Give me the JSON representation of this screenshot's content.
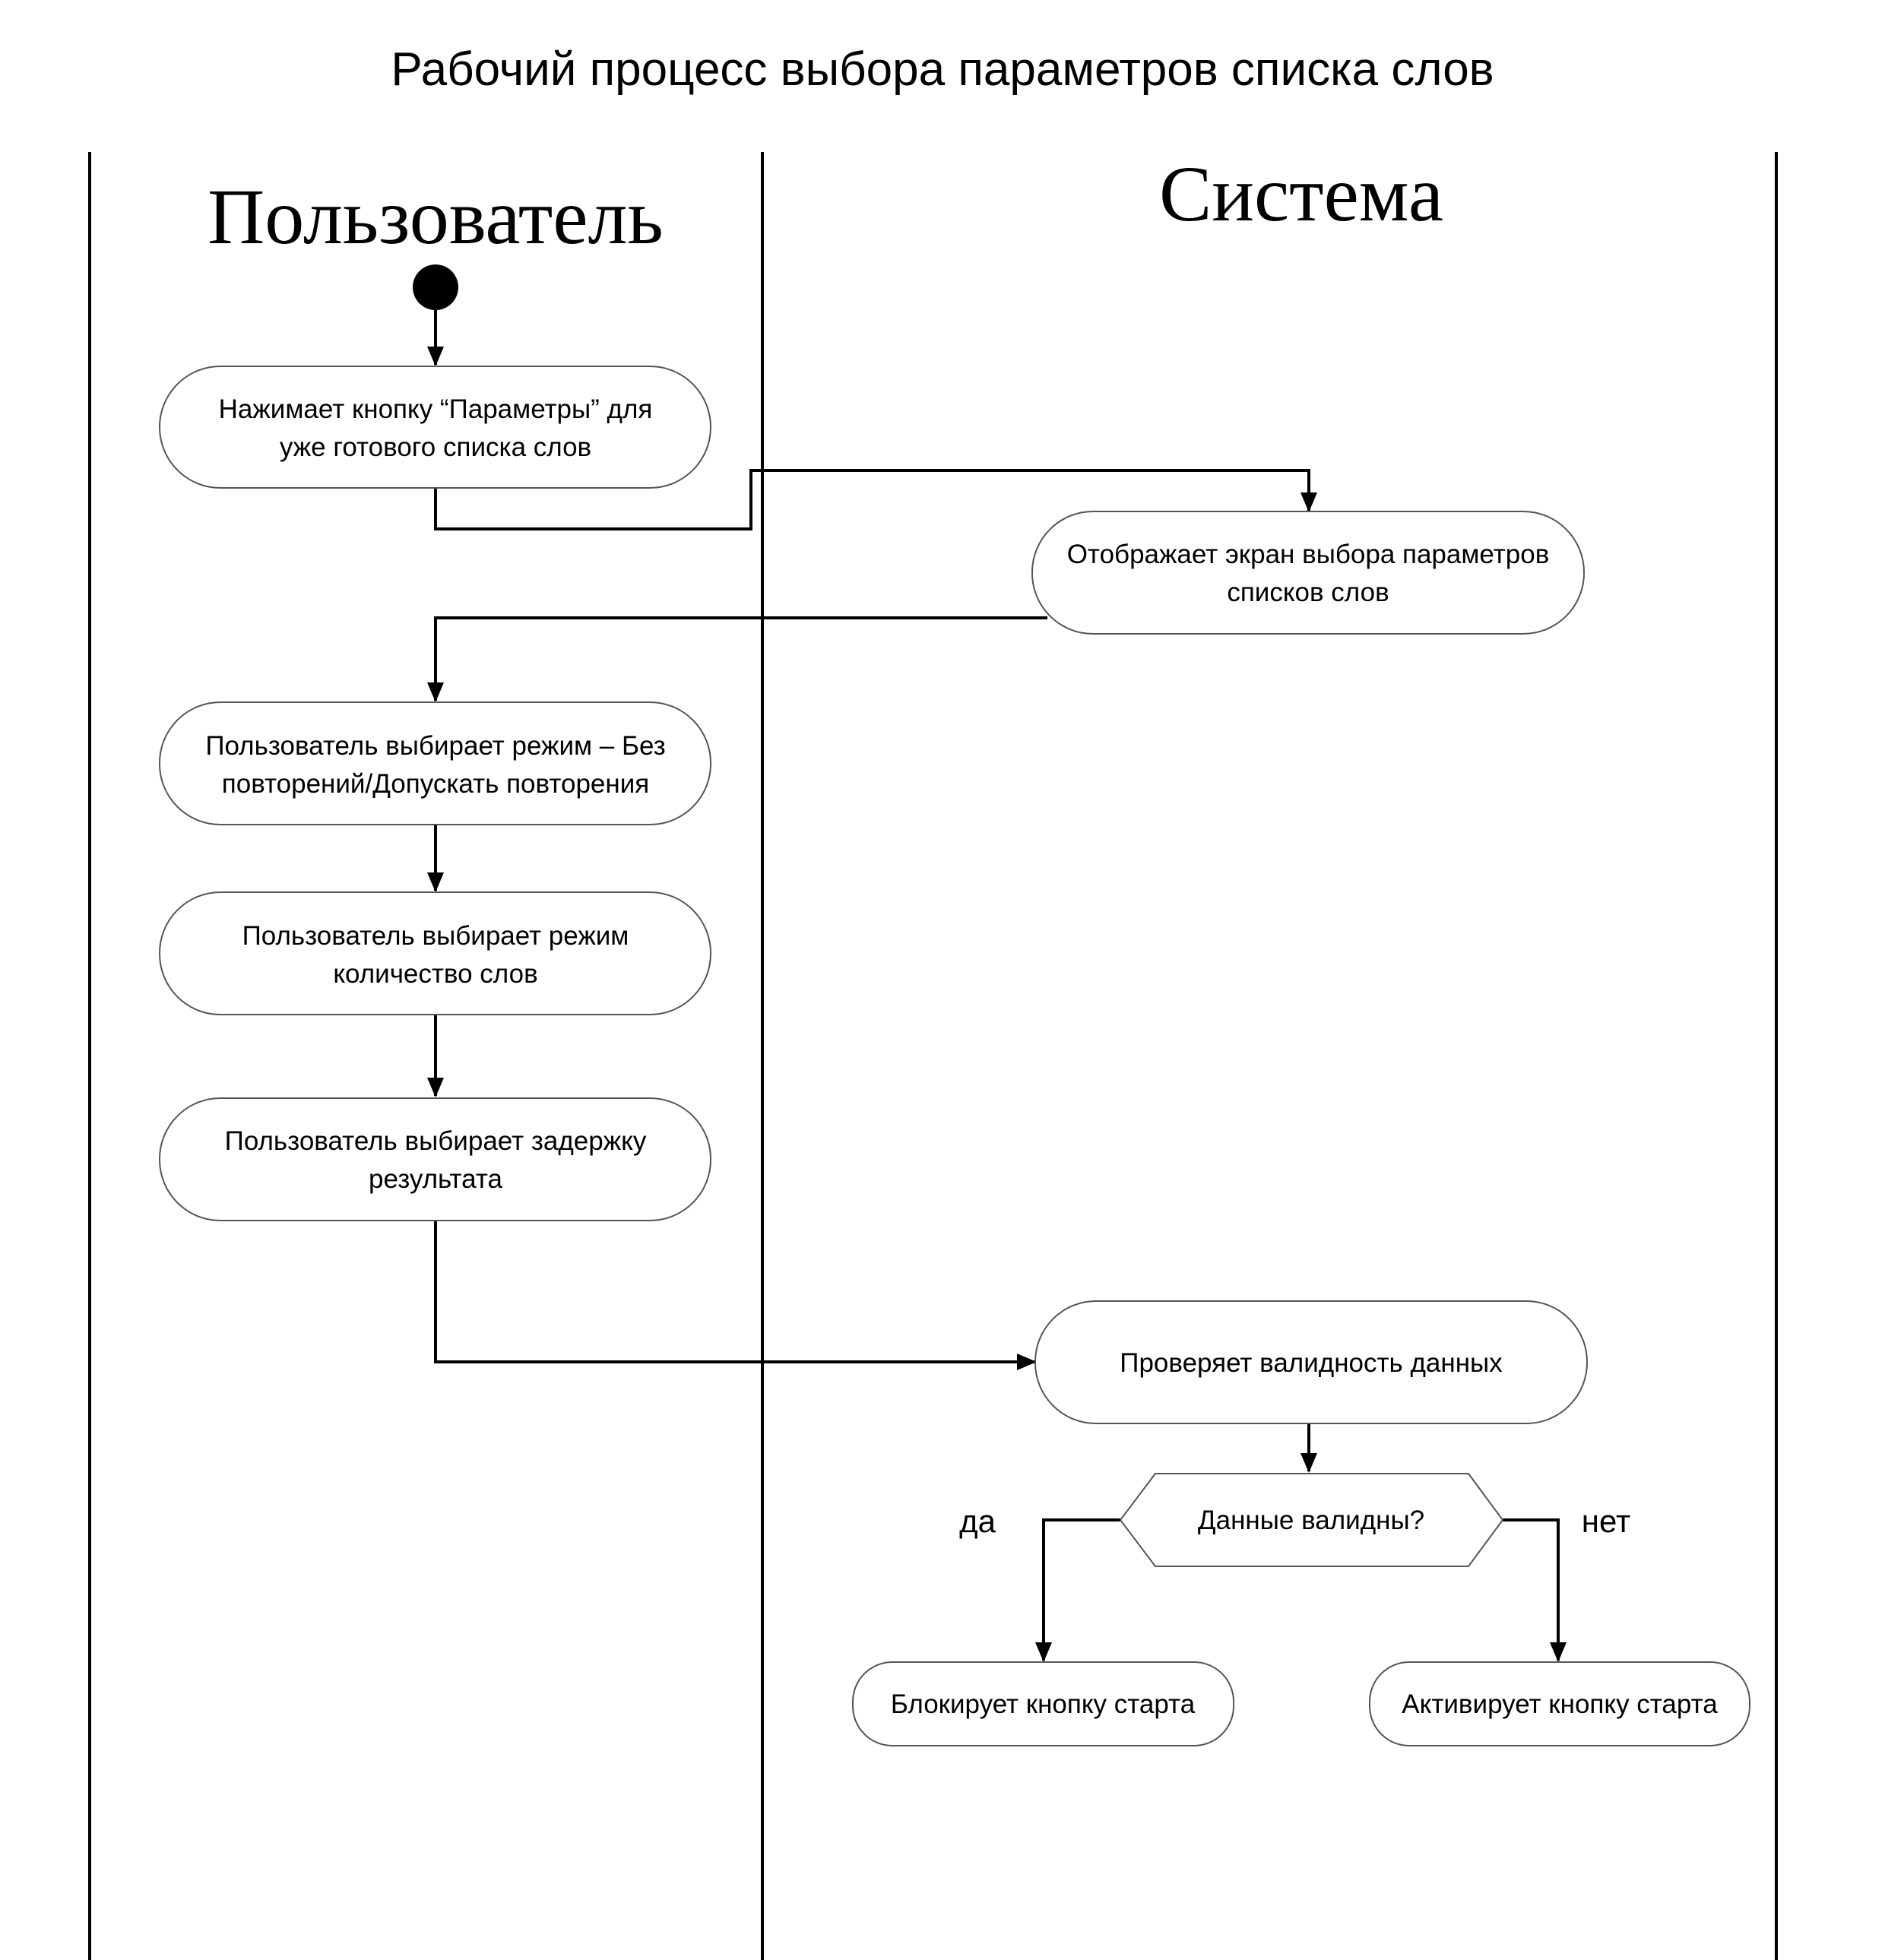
{
  "title": "Рабочий процесс выбора параметров списка слов",
  "lanes": {
    "user": "Пользователь",
    "system": "Система"
  },
  "nodes": {
    "press_params": [
      "Нажимает кнопку “Параметры” для",
      "уже готового списка слов"
    ],
    "show_screen": [
      "Отображает экран выбора параметров",
      "списков слов"
    ],
    "choose_repeat": [
      "Пользователь выбирает режим – Без",
      "повторений/Допускать повторения"
    ],
    "choose_count": [
      "Пользователь выбирает режим",
      "количество слов"
    ],
    "choose_delay": [
      "Пользователь выбирает задержку",
      "результата"
    ],
    "validate": [
      "Проверяет валидность данных"
    ],
    "decision": [
      "Данные валидны?"
    ],
    "block_start": [
      "Блокирует кнопку старта"
    ],
    "activate_start": [
      "Активирует кнопку старта"
    ]
  },
  "branches": {
    "yes": "да",
    "no": "нет"
  }
}
